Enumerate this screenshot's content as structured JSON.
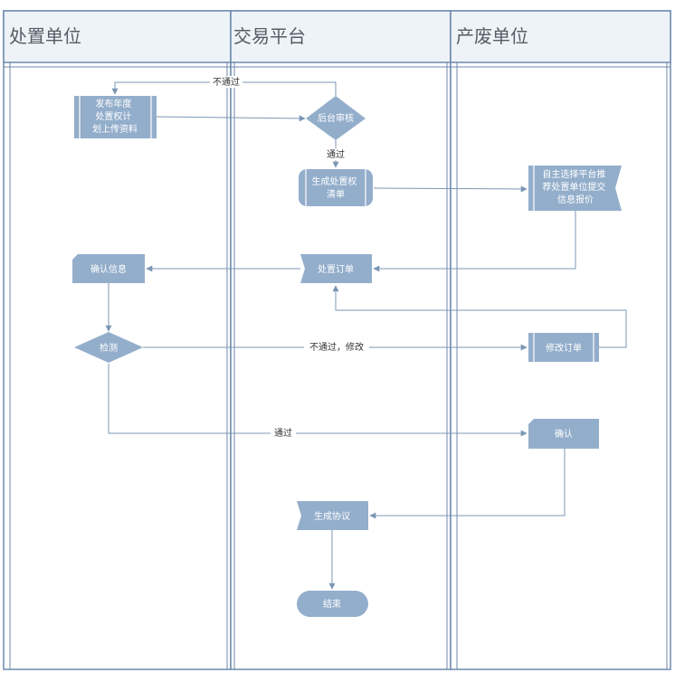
{
  "lanes": [
    {
      "id": "disposal",
      "title": "处置单位"
    },
    {
      "id": "platform",
      "title": "交易平台"
    },
    {
      "id": "producer",
      "title": "产废单位"
    }
  ],
  "nodes": {
    "publish": [
      "发布年度",
      "处置权计",
      "划上传资料"
    ],
    "review": [
      "后台审核"
    ],
    "generate": [
      "生成处置权",
      "清单"
    ],
    "recommend": [
      "自主选择平台推",
      "荐处置单位提交",
      "信息报价"
    ],
    "order": [
      "处置订单"
    ],
    "confirm_info": [
      "确认信息"
    ],
    "detect": [
      "检测"
    ],
    "modify": [
      "修改订单"
    ],
    "confirm": [
      "确认"
    ],
    "agreement": [
      "生成协议"
    ],
    "end": [
      "结束"
    ]
  },
  "edges": {
    "reject": "不通过",
    "pass_review": "通过",
    "reject_modify": "不通过，修改",
    "pass_detect": "通过"
  },
  "colors": {
    "node_fill": "#93aecb",
    "node_dark": "#7d98b8",
    "line": "#7c97b5",
    "lane_header": "#eef3f8",
    "lane_border": "#6f8aad"
  }
}
